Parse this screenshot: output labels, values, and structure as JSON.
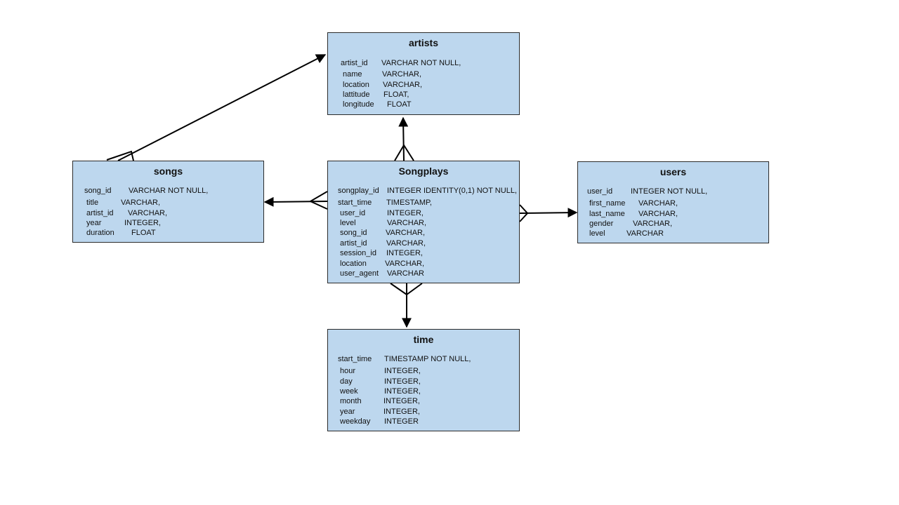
{
  "tables": {
    "artists": {
      "title": "artists",
      "columns": [
        {
          "name": "artist_id",
          "type": "VARCHAR NOT NULL,"
        },
        {
          "name": "name",
          "type": "VARCHAR,"
        },
        {
          "name": "location",
          "type": "VARCHAR,"
        },
        {
          "name": "lattitude",
          "type": "FLOAT,"
        },
        {
          "name": "longitude",
          "type": "FLOAT"
        }
      ]
    },
    "songs": {
      "title": "songs",
      "columns": [
        {
          "name": "song_id",
          "type": "VARCHAR NOT NULL,"
        },
        {
          "name": "title",
          "type": "VARCHAR,"
        },
        {
          "name": "artist_id",
          "type": "VARCHAR,"
        },
        {
          "name": "year",
          "type": "INTEGER,"
        },
        {
          "name": "duration",
          "type": "FLOAT"
        }
      ]
    },
    "songplays": {
      "title": "Songplays",
      "columns": [
        {
          "name": "songplay_id",
          "type": "INTEGER IDENTITY(0,1) NOT NULL,"
        },
        {
          "name": "start_time",
          "type": "TIMESTAMP,"
        },
        {
          "name": "user_id",
          "type": "INTEGER,"
        },
        {
          "name": "level",
          "type": "VARCHAR,"
        },
        {
          "name": "song_id",
          "type": "VARCHAR,"
        },
        {
          "name": "artist_id",
          "type": "VARCHAR,"
        },
        {
          "name": "session_id",
          "type": "INTEGER,"
        },
        {
          "name": "location",
          "type": "VARCHAR,"
        },
        {
          "name": "user_agent",
          "type": "VARCHAR"
        }
      ]
    },
    "users": {
      "title": "users",
      "columns": [
        {
          "name": "user_id",
          "type": "INTEGER NOT NULL,"
        },
        {
          "name": "first_name",
          "type": "VARCHAR,"
        },
        {
          "name": "last_name",
          "type": "VARCHAR,"
        },
        {
          "name": "gender",
          "type": "VARCHAR,"
        },
        {
          "name": "level",
          "type": "VARCHAR"
        }
      ]
    },
    "time": {
      "title": "time",
      "columns": [
        {
          "name": "start_time",
          "type": "TIMESTAMP NOT NULL,"
        },
        {
          "name": "hour",
          "type": "INTEGER,"
        },
        {
          "name": "day",
          "type": "INTEGER,"
        },
        {
          "name": "week",
          "type": "INTEGER,"
        },
        {
          "name": "month",
          "type": "INTEGER,"
        },
        {
          "name": "year",
          "type": "INTEGER,"
        },
        {
          "name": "weekday",
          "type": "INTEGER"
        }
      ]
    }
  },
  "relationships": [
    {
      "from": "songplays",
      "to": "artists",
      "from_end": "many",
      "to_end": "arrow"
    },
    {
      "from": "songplays",
      "to": "songs",
      "from_end": "many",
      "to_end": "arrow"
    },
    {
      "from": "songplays",
      "to": "users",
      "from_end": "many",
      "to_end": "arrow"
    },
    {
      "from": "songplays",
      "to": "time",
      "from_end": "many",
      "to_end": "arrow"
    },
    {
      "from": "songs",
      "to": "artists",
      "from_end": "many",
      "to_end": "arrow"
    }
  ],
  "colors": {
    "table_fill": "#bdd7ee",
    "table_border": "#2b2b2b",
    "line": "#000000"
  }
}
